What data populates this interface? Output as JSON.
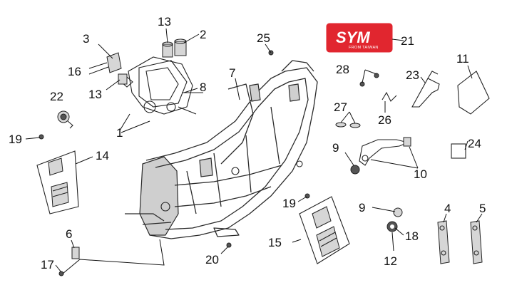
{
  "callouts": {
    "n1": "1",
    "n2": "2",
    "n3": "3",
    "n4": "4",
    "n5": "5",
    "n6": "6",
    "n7": "7",
    "n8": "8",
    "n9a": "9",
    "n9b": "9",
    "n10": "10",
    "n11": "11",
    "n12": "12",
    "n13a": "13",
    "n13b": "13",
    "n14": "14",
    "n15": "15",
    "n16": "16",
    "n17": "17",
    "n18": "18",
    "n19a": "19",
    "n19b": "19",
    "n20": "20",
    "n21": "21",
    "n22": "22",
    "n23": "23",
    "n24": "24",
    "n25": "25",
    "n26": "26",
    "n27": "27",
    "n28": "28"
  },
  "emblem": {
    "brand": "SYM",
    "subtitle": "FROM TAIWAN",
    "color": "#e1262f"
  }
}
